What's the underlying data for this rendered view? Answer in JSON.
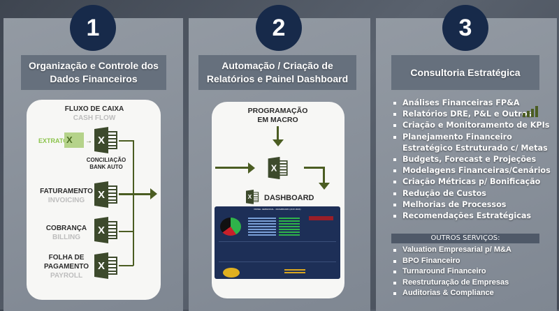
{
  "steps": [
    {
      "number": "1",
      "title": "Organização e Controle dos Dados Financeiros"
    },
    {
      "number": "2",
      "title": "Automação / Criação de Relatórios e Painel Dashboard"
    },
    {
      "number": "3",
      "title": "Consultoria Estratégica"
    }
  ],
  "flow": {
    "cash_flow": "FLUXO DE CAIXA",
    "cash_flow_en": "CASH FLOW",
    "extrato": "EXTRATO",
    "conciliacao": "CONCILIAÇÃO",
    "bank_auto": "BANK AUTO",
    "faturamento": "FATURAMENTO",
    "invoicing": "INVOICING",
    "cobranca": "COBRANÇA",
    "billing": "BILLING",
    "folha1": "FOLHA DE",
    "folha2": "PAGAMENTO",
    "payroll": "PAYROLL",
    "excel_glyph": "X"
  },
  "automation": {
    "macro1": "PROGRAMAÇÃO",
    "macro2": "EM MACRO",
    "dashboard": "DASHBOARD",
    "dashboard_title": "PAINEL GERENCIAL - DASHBOARD (ANO 2024)"
  },
  "consulting": {
    "items": [
      "Análises Financeiras FP&A",
      "Relatórios DRE, P&L e Outros",
      "Criação e Monitoramento de KPIs",
      "Planejamento Financeiro",
      "Estratégico Estruturado c/ Metas",
      "Budgets, Forecast e Projeções",
      "Modelagens Financeiras/Cenários",
      "Criação Métricas p/ Bonificação",
      "Redução de Custos",
      "Melhorias de Processos",
      "Recomendações Estratégicas"
    ],
    "other_title": "OUTROS SERVIÇOS:",
    "other_items": [
      "Valuation Empresarial p/ M&A",
      "BPO Financeiro",
      "Turnaround Financeiro",
      "Reestruturação de Empresas",
      "Auditorias & Compliance"
    ]
  },
  "colors": {
    "navy": "#172a4a",
    "excel_green": "#3d4a2c",
    "accent_green": "#8bc34a"
  }
}
